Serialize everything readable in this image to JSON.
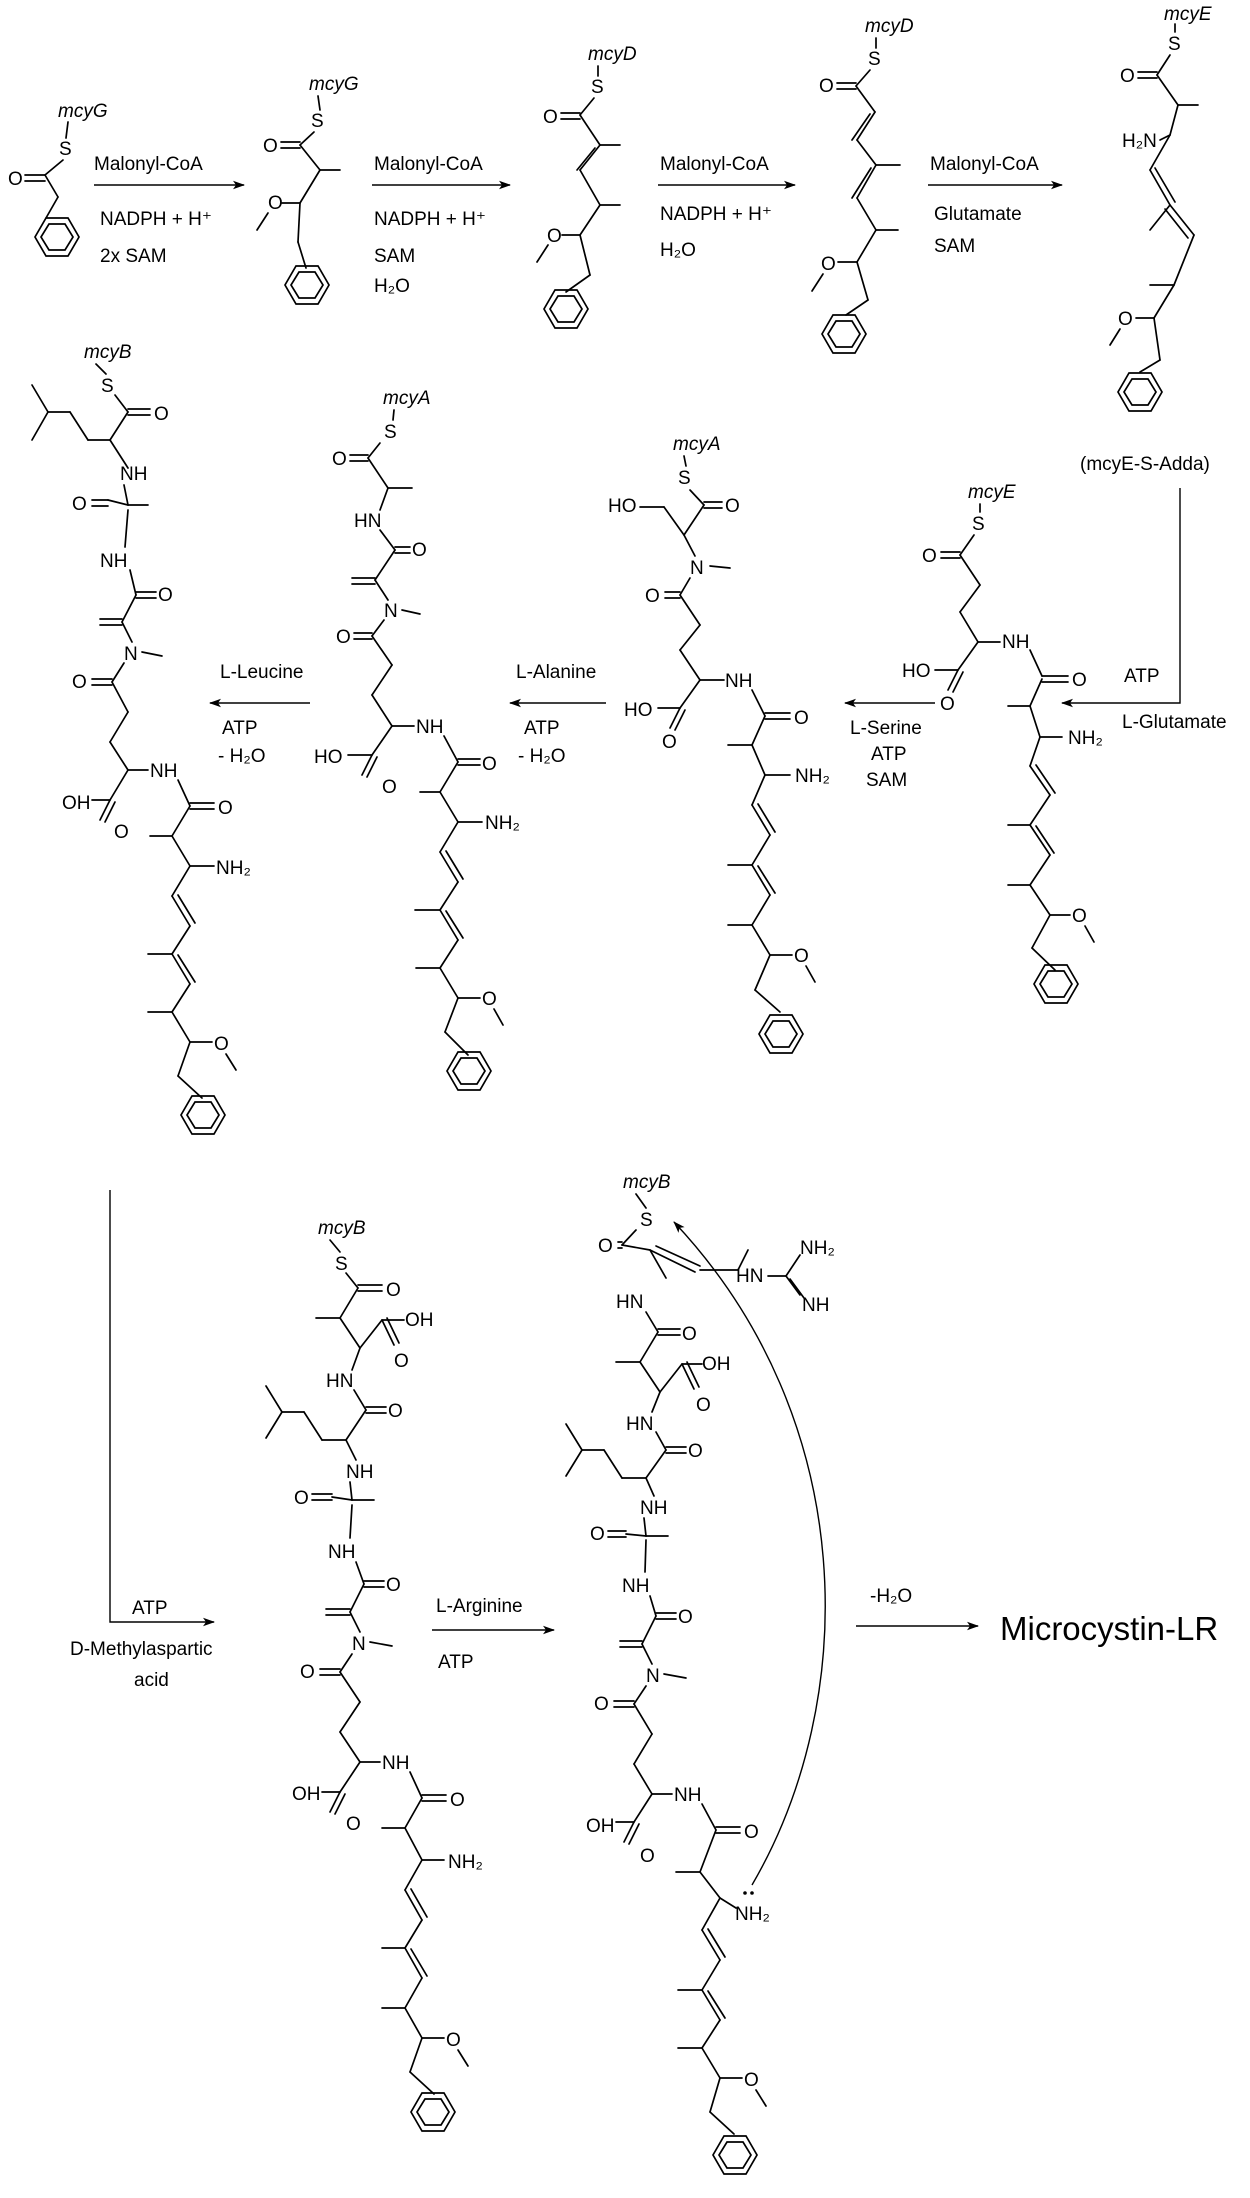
{
  "stages": [
    {
      "enzyme": "mcyG"
    },
    {
      "enzyme": "mcyG"
    },
    {
      "enzyme": "mcyD"
    },
    {
      "enzyme": "mcyD"
    },
    {
      "enzyme": "mcyE"
    },
    {
      "enzyme": "mcyE"
    },
    {
      "enzyme": "mcyA"
    },
    {
      "enzyme": "mcyA"
    },
    {
      "enzyme": "mcyB"
    },
    {
      "enzyme": "mcyB"
    },
    {
      "enzyme": "mcyB"
    }
  ],
  "adda_label": "(mcyE-S-Adda)",
  "steps": [
    {
      "lines": [
        "Malonyl-CoA",
        "NADPH + H⁺",
        "2x SAM"
      ]
    },
    {
      "lines": [
        "Malonyl-CoA",
        "NADPH + H⁺",
        "SAM",
        "H₂O"
      ]
    },
    {
      "lines": [
        "Malonyl-CoA",
        "NADPH + H⁺",
        "H₂O"
      ]
    },
    {
      "lines": [
        "Malonyl-CoA",
        "Glutamate",
        "SAM"
      ]
    },
    {
      "lines": [
        "ATP",
        "L-Glutamate"
      ]
    },
    {
      "lines": [
        "L-Serine",
        "ATP",
        "SAM"
      ]
    },
    {
      "lines": [
        "L-Alanine",
        "ATP",
        "- H₂O"
      ]
    },
    {
      "lines": [
        "L-Leucine",
        "ATP",
        "- H₂O"
      ]
    },
    {
      "lines": [
        "ATP",
        "D-Methylaspartic",
        "acid"
      ]
    },
    {
      "lines": [
        "L-Arginine",
        "ATP"
      ]
    },
    {
      "lines": [
        "-H₂O"
      ]
    }
  ],
  "product": "Microcystin-LR",
  "atoms": {
    "S": "S",
    "O": "O",
    "OMe": "O",
    "N": "N",
    "NH": "NH",
    "HN": "HN",
    "NH2": "NH₂",
    "H2N": "H₂N",
    "HO": "HO",
    "OH": "OH",
    "NH_lone": "NH₂"
  }
}
